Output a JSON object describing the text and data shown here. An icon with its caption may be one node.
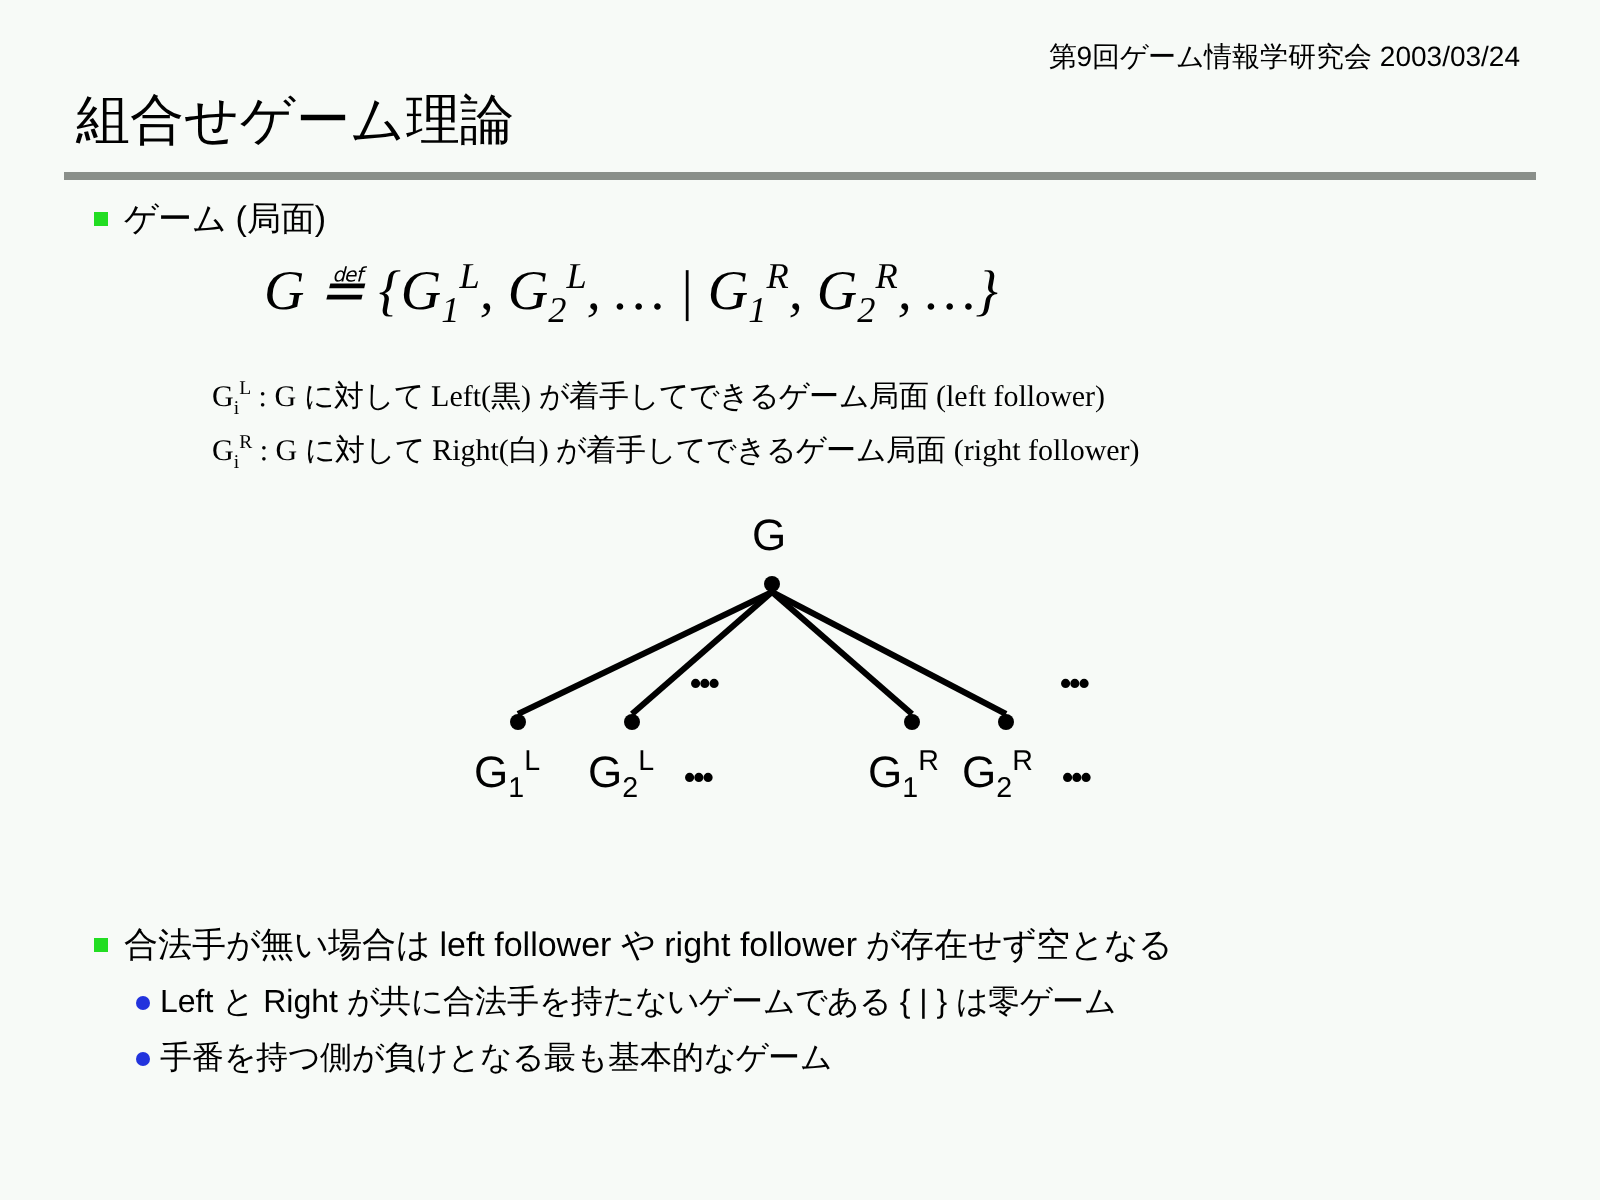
{
  "diagram": {
    "title": "組合せゲーム理論",
    "nodes": [
      {
        "text": [
          "G"
        ]
      },
      {
        "text": [
          "G$_{1}$$^{L}$"
        ]
      },
      {
        "text": [
          "G$_{2}$$^{L}$"
        ]
      },
      {
        "text": [
          "G$_{1}$$^{R}$"
        ]
      },
      {
        "text": [
          "G$_{2}$$^{R}$"
        ]
      }
    ],
    "edges": [
      {
        "from": 0,
        "to": 1,
        "arrow": "none"
      },
      {
        "from": 0,
        "to": 2,
        "arrow": "none"
      },
      {
        "from": 0,
        "to": 3,
        "arrow": "none"
      },
      {
        "from": 0,
        "to": 4,
        "arrow": "none"
      }
    ],
    "labels": [
      "第9回ゲーム情報学研究会 2003/03/24",
      "ゲーム (局面)",
      "G ≝ {G$_{1}$$^{L}$, G$_{2}$$^{L}$, … | G$_{1}$$^{R}$, G$_{2}$$^{R}$, …}",
      "G$_{i}$$^{L}$ : G に対して Left(黒) が着手してできるゲーム局面 (left follower)",
      "G$_{i}$$^{R}$ : G に対して Right(白) が着手してできるゲーム局面 (right follower)",
      "•••",
      "•••",
      "•••",
      "•••",
      "合法手が無い場合は left follower や right follower が存在せず空となる",
      "Left と Right が共に合法手を持たないゲームである { | } は零ゲーム",
      "手番を持つ側が負けとなる最も基本的なゲーム"
    ]
  }
}
